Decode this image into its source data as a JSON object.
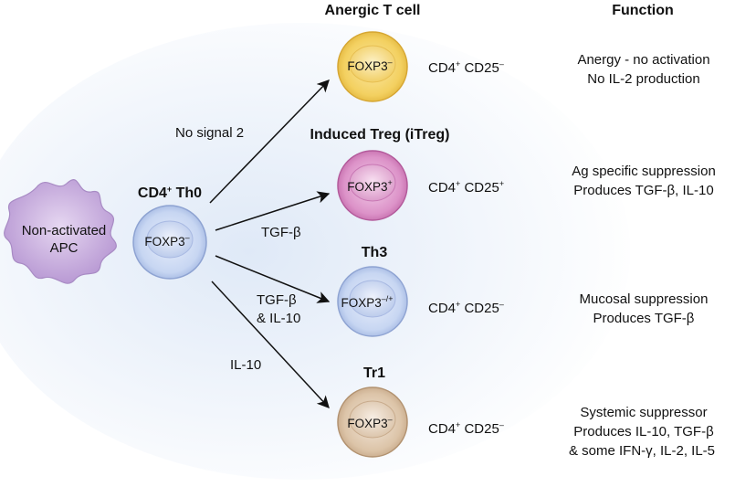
{
  "apc": {
    "line1": "Non-activated",
    "line2": "APC"
  },
  "th0": {
    "title_main": "CD4",
    "title_sup": "+",
    "title_rest": " Th0",
    "marker_main": "FOXP3",
    "marker_sup": "–"
  },
  "function_header": "Function",
  "arrows": {
    "no_signal": "No signal 2",
    "tgf_beta": "TGF-β",
    "tgf_beta_il10_line1": "TGF-β",
    "tgf_beta_il10_line2": "& IL-10",
    "il10": "IL-10"
  },
  "cells": [
    {
      "title": "Anergic T cell",
      "marker_main": "FOXP3",
      "marker_sup": "–",
      "cd4_sup": "+",
      "cd25_sup": "–",
      "function": [
        "Anergy - no activation",
        "No IL-2 production"
      ]
    },
    {
      "title": "Induced Treg (iTreg)",
      "marker_main": "FOXP3",
      "marker_sup": "+",
      "cd4_sup": "+",
      "cd25_sup": "+",
      "function": [
        "Ag specific suppression",
        "Produces TGF-β, IL-10"
      ]
    },
    {
      "title": "Th3",
      "marker_main": "FOXP3",
      "marker_sup": "–/+",
      "cd4_sup": "+",
      "cd25_sup": "–",
      "function": [
        "Mucosal suppression",
        "Produces TGF-β"
      ]
    },
    {
      "title": "Tr1",
      "marker_main": "FOXP3",
      "marker_sup": "–",
      "cd4_sup": "+",
      "cd25_sup": "–",
      "function": [
        "Systemic suppressor",
        "Produces IL-10, TGF-β",
        "& some IFN-γ, IL-2, IL-5"
      ]
    }
  ],
  "cd4_label": "CD4",
  "cd25_label": " CD25",
  "colors": {
    "apc": "#c9aedf",
    "th0": "#c7d6f2",
    "anergic": "#f3d060",
    "itreg": "#dc92c8",
    "th3": "#c7d6f2",
    "tr1": "#dcc4a8",
    "background_glow": "#dfe9f7"
  }
}
